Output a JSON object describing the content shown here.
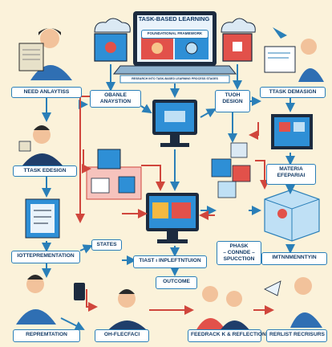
{
  "title": "TASK-BASED LEARNING",
  "top_screen": {
    "header_text": "FOUNDATIONAL FRAMEWORK",
    "banner_text": "RESEARCH INTO TASK-BASED LEARNING PROCESS STAGES"
  },
  "nodes": {
    "need_analysis": "NEED ANLAYTISS",
    "online_analysis": "OBANLE\nANAYSTION",
    "tech_design": "TUOH\nDESIGN",
    "task_design_right": "TTASK DEMASIGN",
    "task_design_left": "TTASK EDESIGN",
    "material_preparation": "MATERIA\nEFEPARIAI",
    "implementation_left": "IOTTEPREMENTATION",
    "states": "STATES",
    "task_implementation": "TIAST ı INPLEFTNTUION",
    "phase_execution": "PHASK\n– CONNDE –\nSPUCCTION",
    "implementation_right": "IMTNNMENNTYIN",
    "outcome": "OUTCOME",
    "representation": "REPREMTATION",
    "reflection_mid": "OH-FLECFACI",
    "feedback_reflection": "FEEDRACK K & REFLECTION",
    "result_reflection": "RERLIST RECRISURS"
  },
  "colors": {
    "background": "#fbf2da",
    "box_border": "#2a7fb8",
    "box_text": "#123a66",
    "arrow_blue": "#2a7fb8",
    "arrow_red": "#d0463c",
    "monitor_dark": "#1c2b3f",
    "screen_blue": "#2e8fd6"
  }
}
